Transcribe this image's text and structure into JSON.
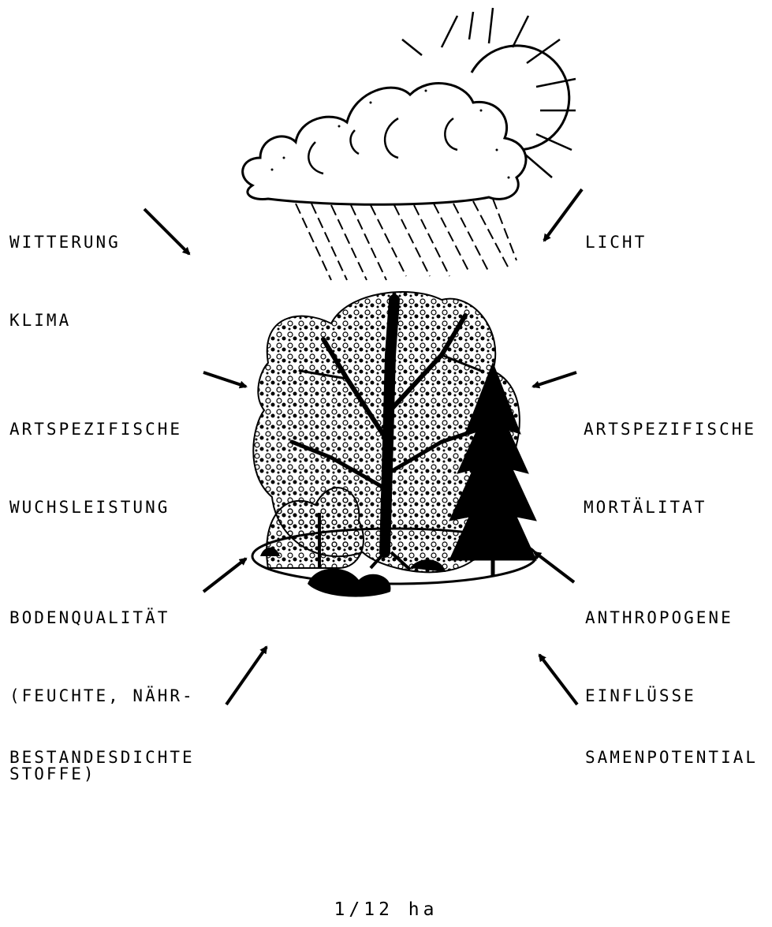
{
  "factors": {
    "weather": [
      "WITTERUNG",
      "KLIMA"
    ],
    "light": [
      "LICHT"
    ],
    "growth": [
      "ARTSPEZIFISCHE",
      "WUCHSLEISTUNG"
    ],
    "mortality": [
      "ARTSPEZIFISCHE",
      "MORTÄLITAT"
    ],
    "soil": [
      "BODENQUALITÄT",
      "(FEUCHTE, NÄHR-",
      "STOFFE)"
    ],
    "anthropogenic": [
      "ANTHROPOGENE",
      "EINFLÜSSE"
    ],
    "density": [
      "BESTANDESDICHTE"
    ],
    "seed": [
      "SAMENPOTENTIAL"
    ]
  },
  "plot_area": "1/12 ha",
  "colors": {
    "ink": "#000000",
    "paper": "#ffffff"
  }
}
